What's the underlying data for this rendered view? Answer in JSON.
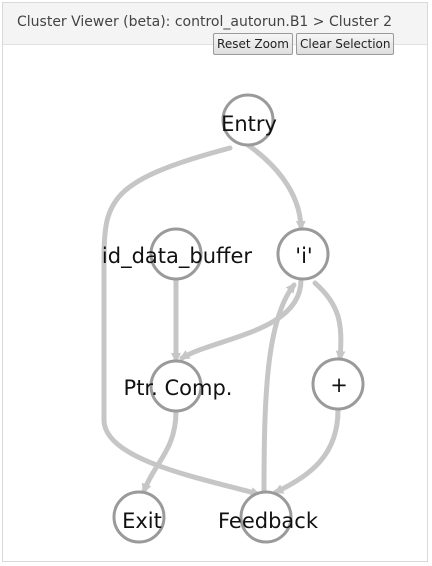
{
  "header": {
    "title": "Cluster Viewer (beta): control_autorun.B1 > Cluster 2"
  },
  "toolbar": {
    "reset_zoom_label": "Reset Zoom",
    "clear_selection_label": "Clear Selection"
  },
  "graph": {
    "nodes": [
      {
        "id": "entry",
        "label": "Entry"
      },
      {
        "id": "id_data_buffer",
        "label": "id_data_buffer"
      },
      {
        "id": "i",
        "label": "'i'"
      },
      {
        "id": "ptr_comp",
        "label": "Ptr. Comp."
      },
      {
        "id": "plus",
        "label": "+"
      },
      {
        "id": "exit",
        "label": "Exit"
      },
      {
        "id": "feedback",
        "label": "Feedback"
      }
    ],
    "edges": [
      {
        "from": "Entry",
        "to": "'i'"
      },
      {
        "from": "Entry",
        "to": "Feedback"
      },
      {
        "from": "id_data_buffer",
        "to": "Ptr. Comp."
      },
      {
        "from": "'i'",
        "to": "Ptr. Comp."
      },
      {
        "from": "'i'",
        "to": "+"
      },
      {
        "from": "Feedback",
        "to": "'i'"
      },
      {
        "from": "Ptr. Comp.",
        "to": "Exit"
      },
      {
        "from": "+",
        "to": "Feedback"
      }
    ],
    "colors": {
      "edge": "#c6c6c6",
      "node_stroke": "#9a9a9a",
      "node_fill": "#ffffff"
    }
  }
}
